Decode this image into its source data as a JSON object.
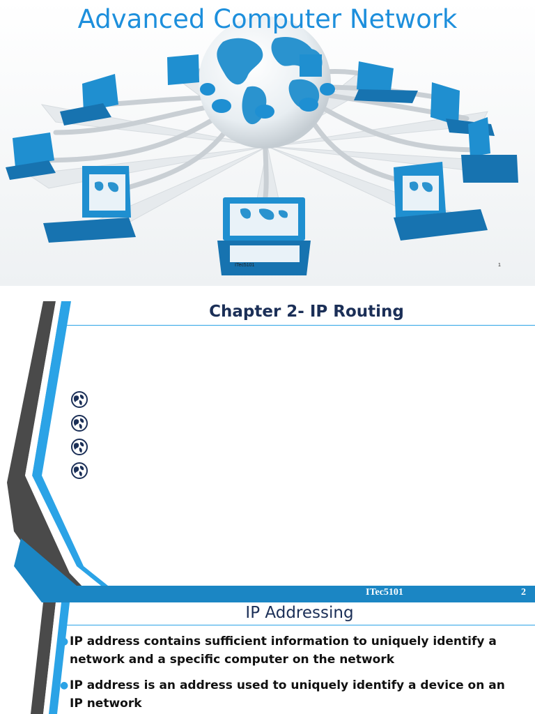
{
  "slide1": {
    "title": "Advanced Computer Network",
    "footer_code": "ITec5101",
    "page_number": "1"
  },
  "slide2": {
    "title": "Chapter 2- IP Routing",
    "bullet_count": 4,
    "footer_code": "ITec5101",
    "page_number": "2"
  },
  "slide3": {
    "title": "IP Addressing",
    "bullets": [
      "IP address contains sufficient information to uniquely identify a network and a specific computer on the network",
      "IP address is an address used to uniquely identify a device on an IP network"
    ]
  },
  "colors": {
    "accent_blue": "#1d8fdc",
    "title_navy": "#1b2f57",
    "footer_bar": "#1b86c4",
    "deco_gray": "#4a4a4a"
  },
  "icons": [
    "globe-icon",
    "laptop-icon",
    "bullet-globe-icon"
  ]
}
